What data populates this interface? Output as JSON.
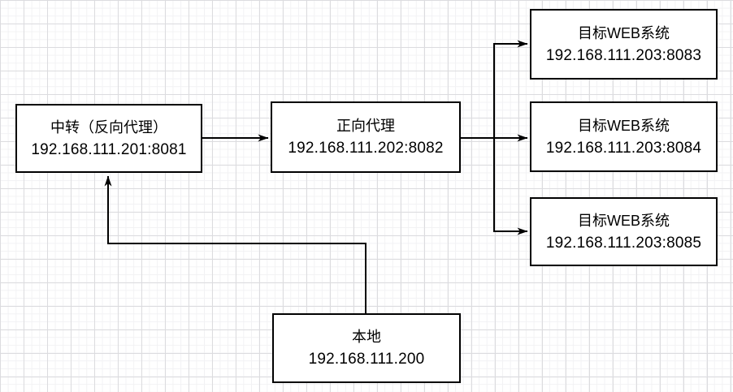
{
  "diagram": {
    "title": "proxy-chain-topology",
    "nodes": [
      {
        "id": "relay",
        "line1": "中转（反向代理）",
        "line2": "192.168.111.201:8081"
      },
      {
        "id": "forward_proxy",
        "line1": "正向代理",
        "line2": "192.168.111.202:8082"
      },
      {
        "id": "target_web_1",
        "line1": "目标WEB系统",
        "line2": "192.168.111.203:8083"
      },
      {
        "id": "target_web_2",
        "line1": "目标WEB系统",
        "line2": "192.168.111.203:8084"
      },
      {
        "id": "target_web_3",
        "line1": "目标WEB系统",
        "line2": "192.168.111.203:8085"
      },
      {
        "id": "local",
        "line1": "本地",
        "line2": "192.168.111.200"
      }
    ],
    "edges": [
      {
        "from": "local",
        "to": "relay"
      },
      {
        "from": "relay",
        "to": "forward_proxy"
      },
      {
        "from": "forward_proxy",
        "to": "target_web_1"
      },
      {
        "from": "forward_proxy",
        "to": "target_web_2"
      },
      {
        "from": "forward_proxy",
        "to": "target_web_3"
      }
    ],
    "colors": {
      "background": "#ffffff",
      "grid_minor": "#f2f2f4",
      "grid_major": "#dcdcdf",
      "node_fill": "#ffffff",
      "node_border": "#000000",
      "edge": "#000000",
      "text": "#000000"
    }
  }
}
